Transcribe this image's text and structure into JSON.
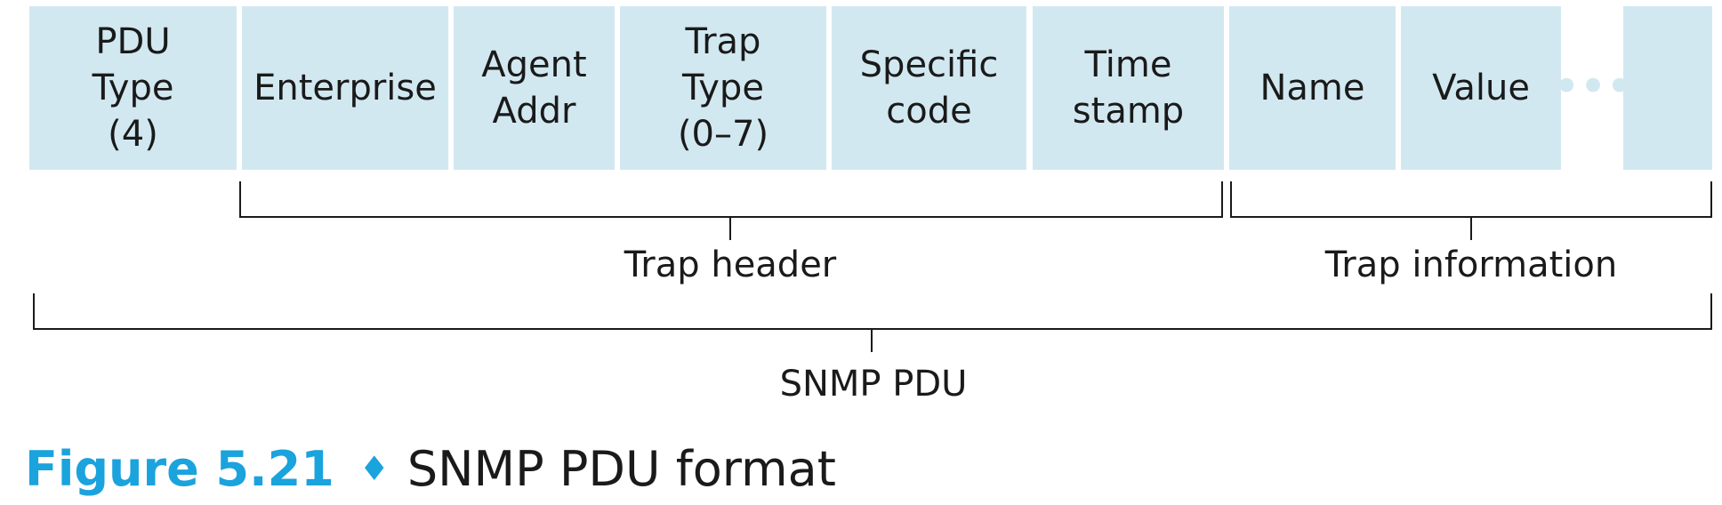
{
  "fields": [
    {
      "id": "pdu-type",
      "label": "PDU\nType\n(4)"
    },
    {
      "id": "enterprise",
      "label": "Enterprise"
    },
    {
      "id": "agent-addr",
      "label": "Agent\nAddr"
    },
    {
      "id": "trap-type",
      "label": "Trap\nType\n(0–7)"
    },
    {
      "id": "specific-code",
      "label": "Specific\ncode"
    },
    {
      "id": "time-stamp",
      "label": "Time\nstamp"
    },
    {
      "id": "name",
      "label": "Name"
    },
    {
      "id": "value",
      "label": "Value"
    },
    {
      "id": "trailing",
      "label": ""
    }
  ],
  "ellipsis": "•••",
  "groups": {
    "trap_header": "Trap header",
    "trap_information": "Trap information",
    "snmp_pdu": "SNMP PDU"
  },
  "caption": {
    "number": "Figure 5.21",
    "separator": "♦",
    "title": "SNMP PDU format"
  },
  "colors": {
    "field_fill": "#d2e8f1",
    "caption_accent": "#1aa3dc",
    "line": "#1a1a1a"
  }
}
